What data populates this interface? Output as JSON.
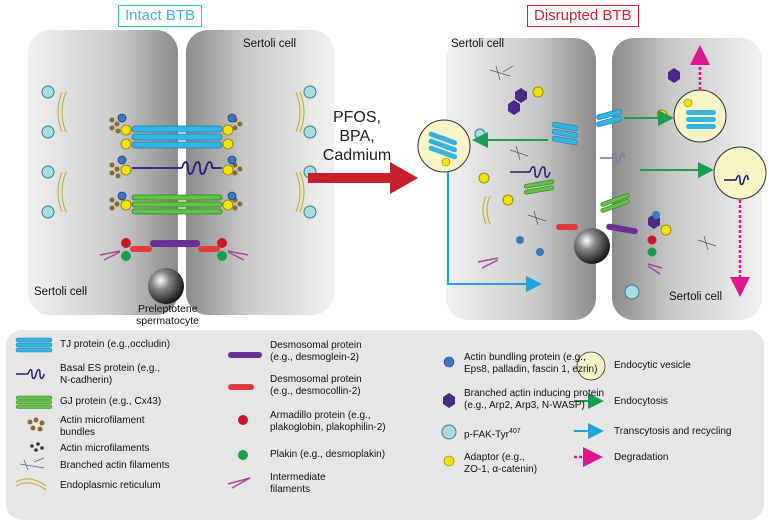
{
  "titles": {
    "intact": "Intact BTB",
    "disrupted": "Disrupted BTB"
  },
  "labels": {
    "sertoli_left_bottom": "Sertoli cell",
    "sertoli_left_top": "Sertoli cell",
    "sertoli_mid_top": "Sertoli cell",
    "sertoli_right_bottom": "Sertoli cell",
    "preleptotene_l1": "Preleptotene",
    "preleptotene_l2": "spermatocyte"
  },
  "agents": [
    "PFOS,",
    "BPA,",
    "Cadmium"
  ],
  "legend": {
    "tj": "TJ protein (e.g.,occludin)",
    "basal_es_1": "Basal ES protein (e.g.,",
    "basal_es_2": "N-cadherin)",
    "gj": "GJ protein (e.g., Cx43)",
    "amb_1": "Actin microfilament",
    "amb_2": "bundles",
    "am": "Actin microfilaments",
    "baf": "Branched actin filaments",
    "er": "Endoplasmic reticulum",
    "desmo2_1": "Desmosomal protein",
    "desmo2_2": "(e.g., desmoglein-2)",
    "desmoc_1": "Desmosomal protein",
    "desmoc_2": "(e.g., desmocollin-2)",
    "arm_1": "Armadillo protein (e.g.,",
    "arm_2": "plakoglobin, plakophilin-2)",
    "plakin": "Plakin (e.g., desmoplakin)",
    "if_1": "Intermediate",
    "if_2": "filaments",
    "abp_1": "Actin bundling protein (e.g.,",
    "abp_2": "Eps8, palladin, fascin 1, ezrin)",
    "baip_1": "Branched actin inducing protein",
    "baip_2": "(e.g., Arp2, Arp3, N-WASP)",
    "pfak": "p-FAK-Tyr",
    "pfak_sup": "407",
    "adaptor_1": "Adaptor (e.g.,",
    "adaptor_2": "ZO-1, α-catenin)",
    "vesicle": "Endocytic vesicle",
    "endocytosis": "Endocytosis",
    "transcytosis": "Transcytosis and recycling",
    "degradation": "Degradation"
  },
  "colors": {
    "intact_title": "#3fb6d6",
    "disrupted_title": "#d0213b",
    "tj": "#35b4e4",
    "basal_es": "#23207a",
    "gj": "#62c245",
    "desmoglein": "#6b2f95",
    "desmocollin": "#e23a3a",
    "armadillo": "#c8172b",
    "plakin": "#18a04a",
    "intermediate": "#a5489a",
    "actin_bundling": "#3b78c4",
    "branched_inducer": "#4b2a85",
    "pfak": "#a6dde3",
    "adaptor": "#f4e10a",
    "vesicle": "#f8f4c6",
    "endocytosis": "#1b9c52",
    "transcytosis": "#1ea5dc",
    "degradation": "#e0168f",
    "big_arrow": "#c8202b"
  }
}
